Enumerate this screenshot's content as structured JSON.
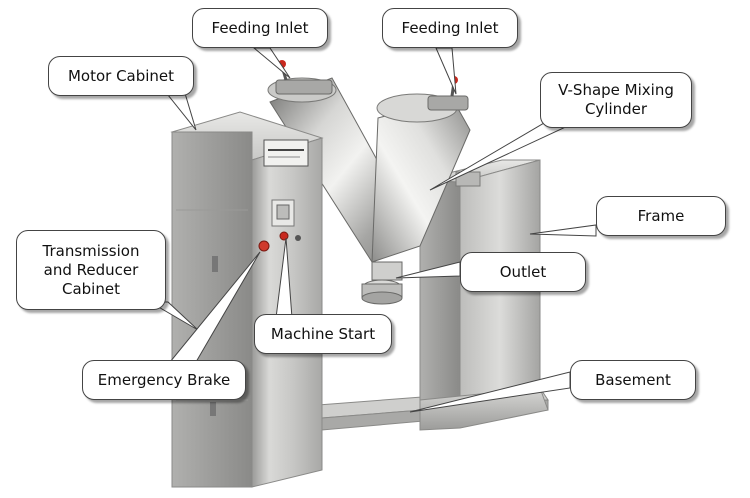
{
  "colors": {
    "steel_light": "#e4e4e2",
    "steel_mid": "#c2c2c0",
    "steel_dark": "#8e8e8c",
    "red_button": "#c8281e",
    "callout_border": "#444444",
    "background": "#ffffff"
  },
  "labels": {
    "feeding_inlet_left": "Feeding Inlet",
    "feeding_inlet_right": "Feeding Inlet",
    "motor_cabinet": "Motor Cabinet",
    "v_shape_cylinder": "V-Shape Mixing\nCylinder",
    "frame": "Frame",
    "transmission_cabinet": "Transmission\nand Reducer\nCabinet",
    "outlet": "Outlet",
    "machine_start": "Machine Start",
    "emergency_brake": "Emergency Brake",
    "basement": "Basement"
  },
  "icons": [
    "red-start-button-icon",
    "emergency-brake-button-icon",
    "feeding-inlet-handle-icon"
  ]
}
